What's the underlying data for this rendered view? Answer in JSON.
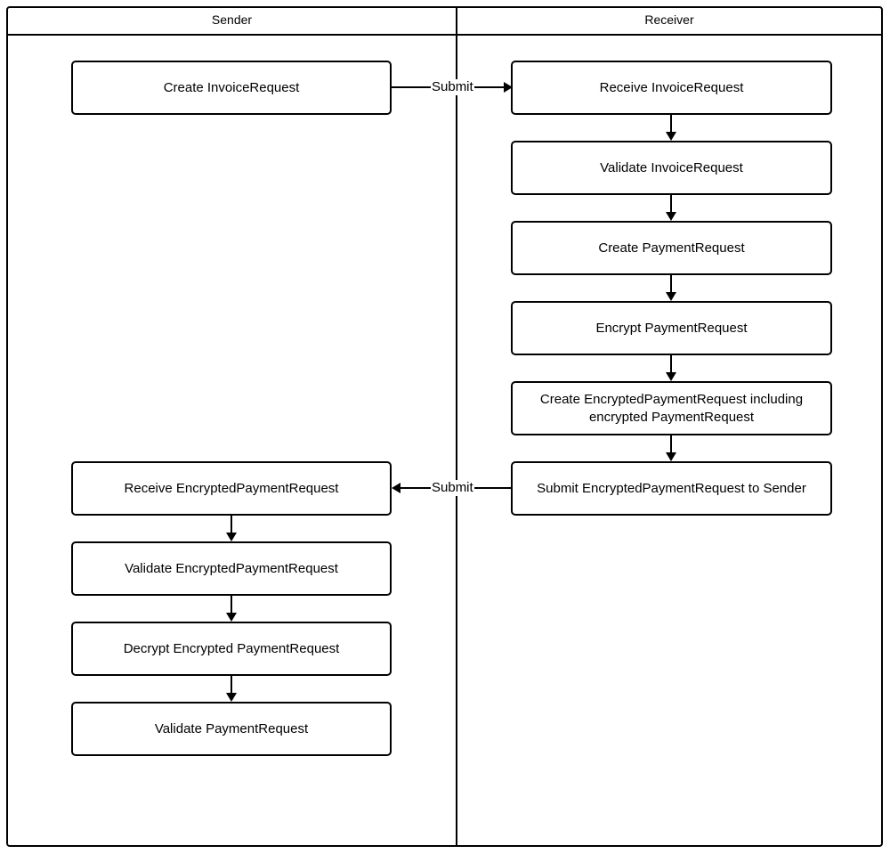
{
  "diagram": {
    "type": "swimlane-flowchart",
    "lanes": [
      {
        "id": "sender",
        "title": "Sender"
      },
      {
        "id": "receiver",
        "title": "Receiver"
      }
    ],
    "nodes": {
      "sender": [
        {
          "id": "s1",
          "label": "Create InvoiceRequest"
        },
        {
          "id": "s2",
          "label": "Receive EncryptedPaymentRequest"
        },
        {
          "id": "s3",
          "label": "Validate EncryptedPaymentRequest"
        },
        {
          "id": "s4",
          "label": "Decrypt Encrypted PaymentRequest"
        },
        {
          "id": "s5",
          "label": "Validate PaymentRequest"
        }
      ],
      "receiver": [
        {
          "id": "r1",
          "label": "Receive InvoiceRequest"
        },
        {
          "id": "r2",
          "label": "Validate InvoiceRequest"
        },
        {
          "id": "r3",
          "label": "Create PaymentRequest"
        },
        {
          "id": "r4",
          "label": "Encrypt PaymentRequest"
        },
        {
          "id": "r5",
          "label": "Create EncryptedPaymentRequest including encrypted PaymentRequest"
        },
        {
          "id": "r6",
          "label": "Submit EncryptedPaymentRequest to Sender"
        }
      ]
    },
    "edges": [
      {
        "id": "e-submit-1",
        "from": "s1",
        "to": "r1",
        "label": "Submit",
        "direction": "right"
      },
      {
        "id": "e-r1-r2",
        "from": "r1",
        "to": "r2",
        "label": "",
        "direction": "down"
      },
      {
        "id": "e-r2-r3",
        "from": "r2",
        "to": "r3",
        "label": "",
        "direction": "down"
      },
      {
        "id": "e-r3-r4",
        "from": "r3",
        "to": "r4",
        "label": "",
        "direction": "down"
      },
      {
        "id": "e-r4-r5",
        "from": "r4",
        "to": "r5",
        "label": "",
        "direction": "down"
      },
      {
        "id": "e-r5-r6",
        "from": "r5",
        "to": "r6",
        "label": "",
        "direction": "down"
      },
      {
        "id": "e-submit-2",
        "from": "r6",
        "to": "s2",
        "label": "Submit",
        "direction": "left"
      },
      {
        "id": "e-s2-s3",
        "from": "s2",
        "to": "s3",
        "label": "",
        "direction": "down"
      },
      {
        "id": "e-s3-s4",
        "from": "s3",
        "to": "s4",
        "label": "",
        "direction": "down"
      },
      {
        "id": "e-s4-s5",
        "from": "s4",
        "to": "s5",
        "label": "",
        "direction": "down"
      }
    ],
    "colors": {
      "stroke": "#000000",
      "fill": "#ffffff",
      "text": "#000000"
    }
  }
}
